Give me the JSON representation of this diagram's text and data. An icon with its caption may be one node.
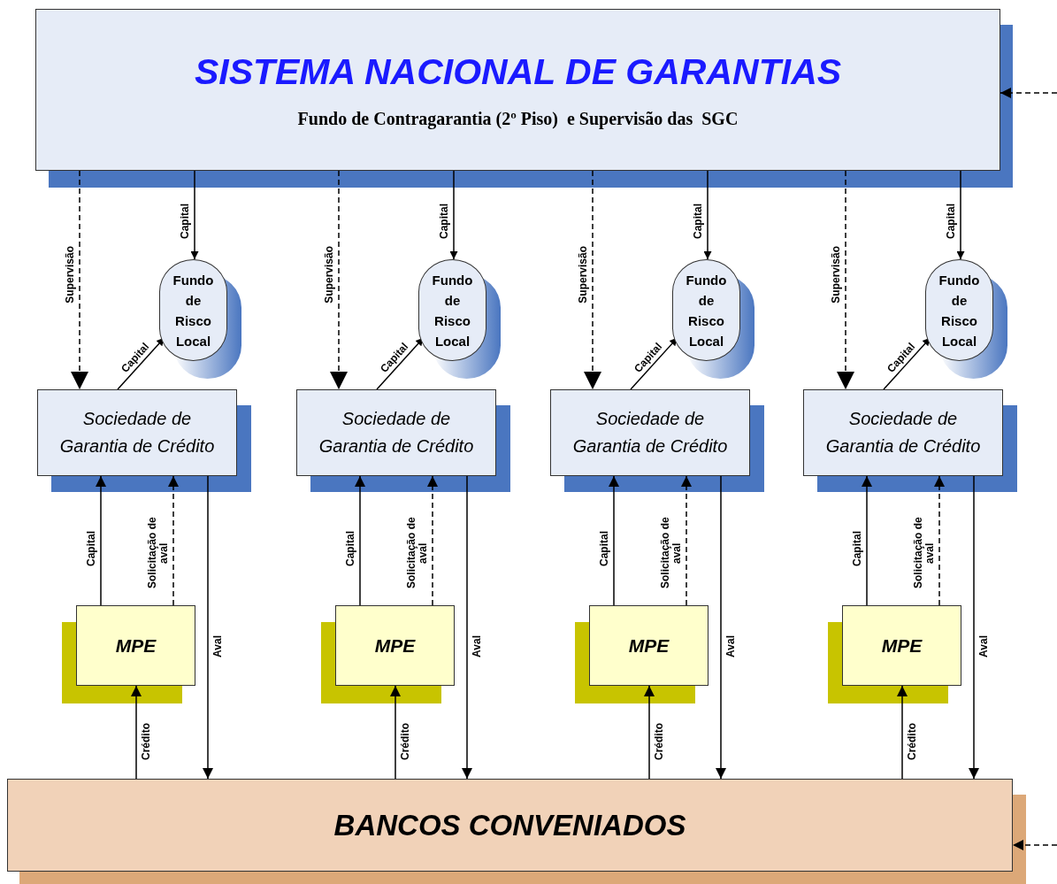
{
  "diagram": {
    "nodes": [
      {
        "text": [
          "SISTEMA NACIONAL DE GARANTIAS",
          "Fundo de Contragarantia (2º Piso)  e Supervisão das  SGC"
        ]
      },
      {
        "text": [
          "Fundo de Risco Local"
        ]
      },
      {
        "text": [
          "Fundo de Risco Local"
        ]
      },
      {
        "text": [
          "Fundo de Risco Local"
        ]
      },
      {
        "text": [
          "Fundo de Risco Local"
        ]
      },
      {
        "text": [
          "Sociedade de Garantia de Crédito"
        ]
      },
      {
        "text": [
          "Sociedade de Garantia de Crédito"
        ]
      },
      {
        "text": [
          "Sociedade de Garantia de Crédito"
        ]
      },
      {
        "text": [
          "Sociedade de Garantia de Crédito"
        ]
      },
      {
        "text": [
          "MPE"
        ]
      },
      {
        "text": [
          "MPE"
        ]
      },
      {
        "text": [
          "MPE"
        ]
      },
      {
        "text": [
          "MPE"
        ]
      },
      {
        "text": [
          "BANCOS CONVENIADOS"
        ]
      }
    ],
    "edges": [
      {
        "from": 0,
        "to": 5,
        "arrow": "to",
        "label": "Supervisão",
        "style": "dashed"
      },
      {
        "from": 0,
        "to": 1,
        "arrow": "to",
        "label": "Capital"
      },
      {
        "from": 5,
        "to": 1,
        "arrow": "to",
        "label": "Capital"
      },
      {
        "from": 9,
        "to": 5,
        "arrow": "to",
        "label": "Capital"
      },
      {
        "from": 9,
        "to": 5,
        "arrow": "to",
        "label": "Solicitação de aval",
        "style": "dashed"
      },
      {
        "from": 5,
        "to": 13,
        "arrow": "to",
        "label": "Aval"
      },
      {
        "from": 13,
        "to": 9,
        "arrow": "to",
        "label": "Crédito"
      },
      {
        "from": 0,
        "to": 6,
        "arrow": "to",
        "label": "Supervisão",
        "style": "dashed"
      },
      {
        "from": 0,
        "to": 2,
        "arrow": "to",
        "label": "Capital"
      },
      {
        "from": 6,
        "to": 2,
        "arrow": "to",
        "label": "Capital"
      },
      {
        "from": 10,
        "to": 6,
        "arrow": "to",
        "label": "Capital"
      },
      {
        "from": 10,
        "to": 6,
        "arrow": "to",
        "label": "Solicitação de aval",
        "style": "dashed"
      },
      {
        "from": 6,
        "to": 13,
        "arrow": "to",
        "label": "Aval"
      },
      {
        "from": 13,
        "to": 10,
        "arrow": "to",
        "label": "Crédito"
      },
      {
        "from": 0,
        "to": 7,
        "arrow": "to",
        "label": "Supervisão",
        "style": "dashed"
      },
      {
        "from": 0,
        "to": 3,
        "arrow": "to",
        "label": "Capital"
      },
      {
        "from": 7,
        "to": 3,
        "arrow": "to",
        "label": "Capital"
      },
      {
        "from": 11,
        "to": 7,
        "arrow": "to",
        "label": "Capital"
      },
      {
        "from": 11,
        "to": 7,
        "arrow": "to",
        "label": "Solicitação de aval",
        "style": "dashed"
      },
      {
        "from": 7,
        "to": 13,
        "arrow": "to",
        "label": "Aval"
      },
      {
        "from": 13,
        "to": 11,
        "arrow": "to",
        "label": "Crédito"
      },
      {
        "from": 0,
        "to": 8,
        "arrow": "to",
        "label": "Supervisão",
        "style": "dashed"
      },
      {
        "from": 0,
        "to": 4,
        "arrow": "to",
        "label": "Capital"
      },
      {
        "from": 8,
        "to": 4,
        "arrow": "to",
        "label": "Capital"
      },
      {
        "from": 12,
        "to": 8,
        "arrow": "to",
        "label": "Capital"
      },
      {
        "from": 12,
        "to": 8,
        "arrow": "to",
        "label": "Solicitação de aval",
        "style": "dashed"
      },
      {
        "from": 8,
        "to": 13,
        "arrow": "to",
        "label": "Aval"
      },
      {
        "from": 13,
        "to": 12,
        "arrow": "to",
        "label": "Crédito"
      },
      {
        "from": null,
        "to": 0,
        "arrow": "to",
        "style": "dashed"
      },
      {
        "from": null,
        "to": 13,
        "arrow": "to",
        "style": "dashed"
      }
    ]
  }
}
